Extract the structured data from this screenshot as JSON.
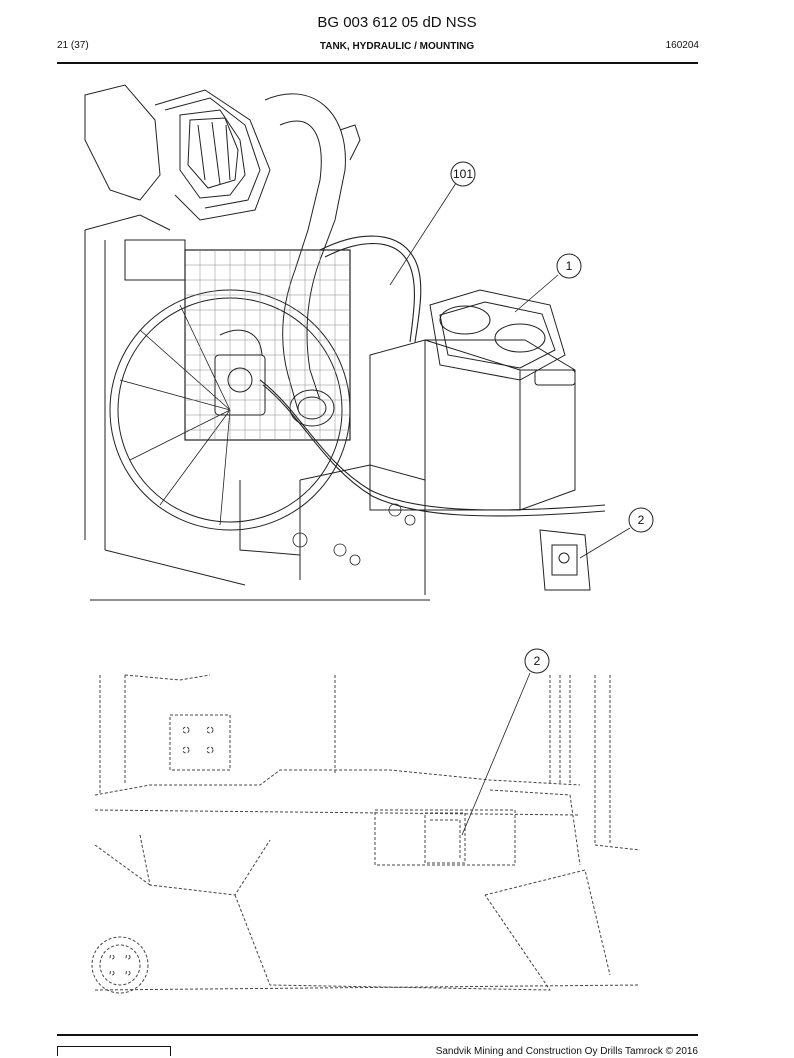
{
  "header": {
    "doc_number": "BG 003 612 05 dD NSS",
    "page_count": "21 (37)",
    "title": "TANK, HYDRAULIC / MOUNTING",
    "date_code": "160204"
  },
  "figure_top": {
    "callouts": [
      {
        "label": "101"
      },
      {
        "label": "1"
      },
      {
        "label": "2"
      }
    ]
  },
  "figure_bottom": {
    "callouts": [
      {
        "label": "2"
      }
    ]
  },
  "footer": {
    "copyright": "Sandvik Mining and Construction Oy Drills Tamrock © 2016"
  }
}
